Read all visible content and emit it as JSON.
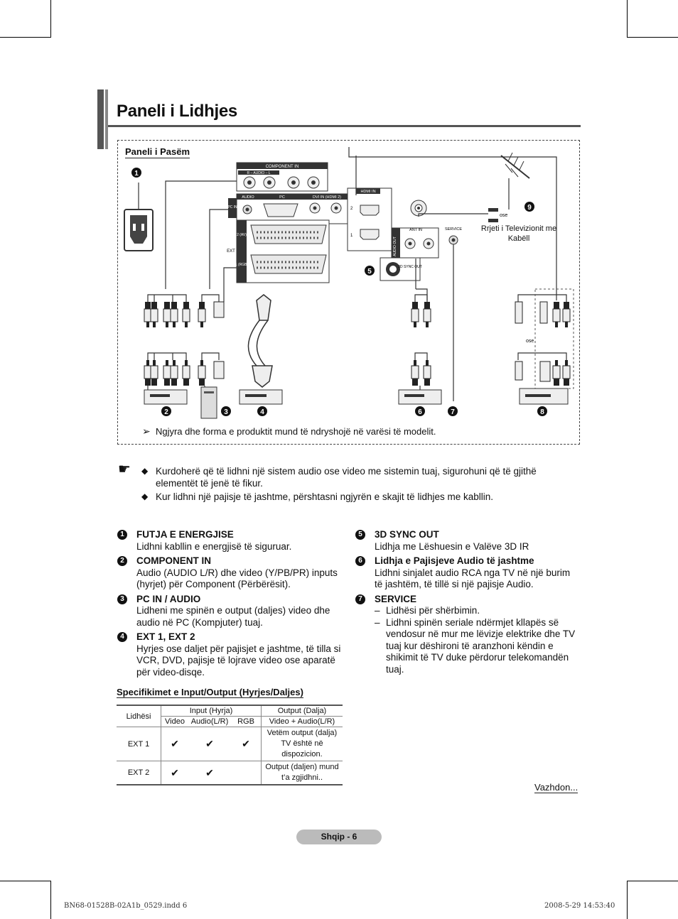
{
  "title": "Paneli i Lidhjes",
  "diagram": {
    "panel_label": "Paneli i Pasëm",
    "labels": {
      "component_in": "COMPONENT IN",
      "audio_lr": "R – AUDIO – L",
      "audio": "AUDIO",
      "pc": "PC",
      "dvi_in": "DVI IN (HDMI 2)",
      "hdmi_in": "HDMI IN",
      "pc_in": "PC IN",
      "ext": "EXT",
      "ext2": "2 (AV)",
      "ext1": "1 (RGB)",
      "ant_in": "ANT IN",
      "service": "SERVICE",
      "audio_out": "AUDIO OUT",
      "sync_out": "3D SYNC OUT",
      "ose": "ose",
      "cable_network": "Rrjeti i Televizionit me Kabëll"
    },
    "numbers": [
      "1",
      "2",
      "3",
      "4",
      "5",
      "6",
      "7",
      "8",
      "9"
    ],
    "note": "Ngjyra dhe forma e produktit mund të ndryshojë në varësi të modelit."
  },
  "notes": [
    "Kurdoherë që të lidhni një sistem audio ose video me sistemin tuaj, sigurohuni që të gjithë elementët të jenë të fikur.",
    "Kur lidhni një pajisje të jashtme, përshtasni ngjyrën e skajit të lidhjes me kabllin."
  ],
  "items_left": [
    {
      "num": "1",
      "title": "FUTJA E ENERGJISE",
      "text": "Lidhni kabllin e energjisë të siguruar."
    },
    {
      "num": "2",
      "title": "COMPONENT IN",
      "text": "Audio (AUDIO L/R) dhe video (Y/PB/PR) inputs (hyrjet) për Component (Përbërësit)."
    },
    {
      "num": "3",
      "title": "PC IN / AUDIO",
      "text": "Lidheni me spinën e output (daljes) video dhe audio në PC (Kompjuter) tuaj."
    },
    {
      "num": "4",
      "title": "EXT 1, EXT 2",
      "text": "Hyrjes ose daljet për pajisjet e jashtme, të tilla si VCR, DVD, pajisje të lojrave video ose aparatë për video-disqe."
    }
  ],
  "items_right": [
    {
      "num": "5",
      "title": "3D SYNC OUT",
      "text": "Lidhja me Lëshuesin e Valëve 3D IR"
    },
    {
      "num": "6",
      "title": "Lidhja e Pajisjeve Audio të jashtme",
      "text": "Lidhni sinjalet audio RCA nga TV në një burim të jashtëm, të tillë si një pajisje Audio."
    },
    {
      "num": "7",
      "title": "SERVICE",
      "dash1": "Lidhësi për shërbimin.",
      "dash2": "Lidhni spinën seriale ndërmjet kllapës së vendosur në mur me lëvizje elektrike dhe TV tuaj kur dëshironi të aranzhoni këndin e shikimit të TV duke përdorur telekomandën tuaj."
    }
  ],
  "spec": {
    "title": "Specifikimet e Input/Output (Hyrjes/Daljes)",
    "h_connector": "Lidhësi",
    "h_input": "Input (Hyrja)",
    "h_output": "Output (Dalja)",
    "h_video": "Video",
    "h_audio": "Audio(L/R)",
    "h_rgb": "RGB",
    "h_out_sub": "Video + Audio(L/R)",
    "rows": [
      {
        "name": "EXT 1",
        "video": "✔",
        "audio": "✔",
        "rgb": "✔",
        "output": "Vetëm output (dalja) TV është në dispozicion."
      },
      {
        "name": "EXT 2",
        "video": "✔",
        "audio": "✔",
        "rgb": "",
        "output": "Output (daljen) mund t’a zgjidhni.."
      }
    ]
  },
  "continue": "Vazhdon...",
  "page_label": "Shqip - 6",
  "footer_left": "BN68-01528B-02A1b_0529.indd   6",
  "footer_right": "2008-5-29   14:53:40"
}
